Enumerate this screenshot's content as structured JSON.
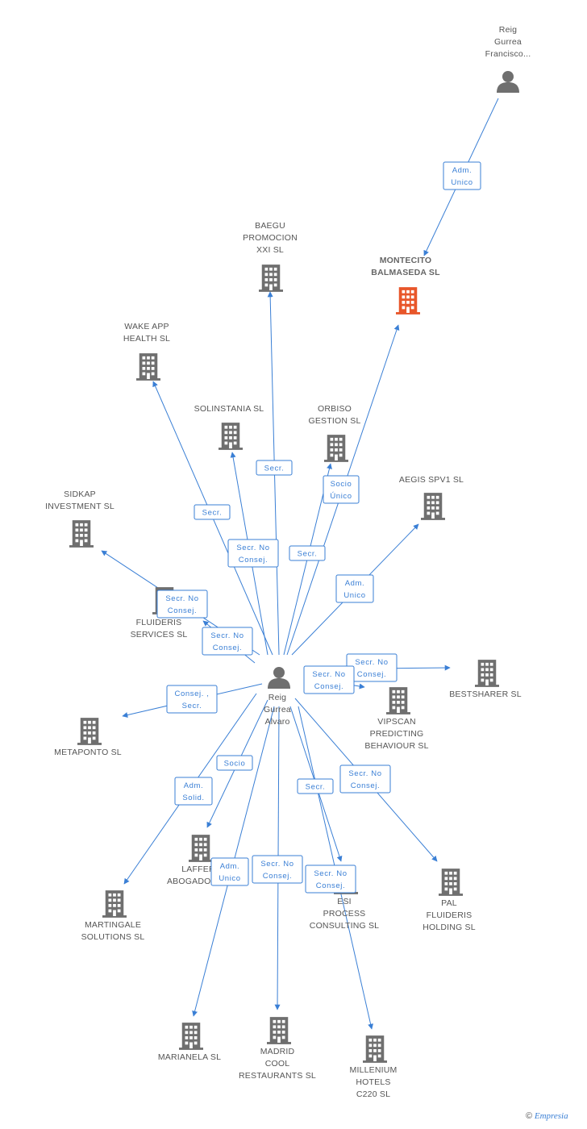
{
  "colors": {
    "edge": "#3a7fd5",
    "company": "#6f6f6f",
    "focus": "#e8562a",
    "person": "#6f6f6f"
  },
  "nodes": [
    {
      "id": "reig_francisco",
      "type": "person",
      "lines": [
        "Reig",
        "Gurrea",
        "Francisco..."
      ]
    },
    {
      "id": "montecito",
      "type": "focus",
      "lines": [
        "MONTECITO",
        "BALMASEDA SL"
      ]
    },
    {
      "id": "baegu",
      "type": "company",
      "lines": [
        "BAEGU",
        "PROMOCION",
        "XXI SL"
      ]
    },
    {
      "id": "wakeapp",
      "type": "company",
      "lines": [
        "WAKE APP",
        "HEALTH SL"
      ]
    },
    {
      "id": "solinstania",
      "type": "company",
      "lines": [
        "SOLINSTANIA SL"
      ]
    },
    {
      "id": "orbiso",
      "type": "company",
      "lines": [
        "ORBISO",
        "GESTION SL"
      ]
    },
    {
      "id": "aegis",
      "type": "company",
      "lines": [
        "AEGIS SPV1 SL"
      ]
    },
    {
      "id": "sidkap",
      "type": "company",
      "lines": [
        "SIDKAP",
        "INVESTMENT SL"
      ]
    },
    {
      "id": "fluideris_services",
      "type": "company",
      "lines": [
        "FLUIDERIS",
        "SERVICES  SL"
      ]
    },
    {
      "id": "bestsharer",
      "type": "company",
      "lines": [
        "BESTSHARER SL"
      ]
    },
    {
      "id": "vipscan",
      "type": "company",
      "lines": [
        "VIPSCAN",
        "PREDICTING",
        "BEHAVIOUR  SL"
      ]
    },
    {
      "id": "reig_alvaro",
      "type": "person",
      "lines": [
        "Reig",
        "Gurrea",
        "Alvaro"
      ]
    },
    {
      "id": "metaponto",
      "type": "company",
      "lines": [
        "METAPONTO SL"
      ]
    },
    {
      "id": "laffer",
      "type": "company",
      "lines": [
        "LAFFER",
        "ABOGADOS SL"
      ]
    },
    {
      "id": "martingale",
      "type": "company",
      "lines": [
        "MARTINGALE",
        "SOLUTIONS SL"
      ]
    },
    {
      "id": "esi",
      "type": "company",
      "lines": [
        "ESI",
        "PROCESS",
        "CONSULTING SL"
      ]
    },
    {
      "id": "pal",
      "type": "company",
      "lines": [
        "PAL",
        "FLUIDERIS",
        "HOLDING SL"
      ]
    },
    {
      "id": "marianela",
      "type": "company",
      "lines": [
        "MARIANELA SL"
      ]
    },
    {
      "id": "madrid",
      "type": "company",
      "lines": [
        "MADRID",
        "COOL",
        "RESTAURANTS SL"
      ]
    },
    {
      "id": "millenium",
      "type": "company",
      "lines": [
        "MILLENIUM",
        "HOTELS",
        "C220 SL"
      ]
    }
  ],
  "edges": [
    {
      "from": "reig_francisco",
      "to": "montecito",
      "label": [
        "Adm.",
        "Unico"
      ]
    },
    {
      "from": "reig_alvaro",
      "to": "baegu",
      "label": [
        "Secr."
      ]
    },
    {
      "from": "reig_alvaro",
      "to": "wakeapp",
      "label": [
        "Secr."
      ]
    },
    {
      "from": "reig_alvaro",
      "to": "solinstania",
      "label": [
        "Secr.  No",
        "Consej."
      ]
    },
    {
      "from": "reig_alvaro",
      "to": "orbiso",
      "label": [
        "Socio",
        "Único"
      ]
    },
    {
      "from": "reig_alvaro",
      "to": "montecito",
      "label": [
        "Secr."
      ]
    },
    {
      "from": "reig_alvaro",
      "to": "aegis",
      "label": [
        "Adm.",
        "Unico"
      ]
    },
    {
      "from": "reig_alvaro",
      "to": "sidkap",
      "label": [
        "Secr.  No",
        "Consej."
      ]
    },
    {
      "from": "reig_alvaro",
      "to": "fluideris_services",
      "label": [
        "Secr.  No",
        "Consej."
      ]
    },
    {
      "from": "reig_alvaro",
      "to": "bestsharer",
      "label": [
        "Secr.  No",
        "Consej."
      ]
    },
    {
      "from": "reig_alvaro",
      "to": "vipscan",
      "label": [
        "Secr.  No",
        "Consej."
      ]
    },
    {
      "from": "reig_alvaro",
      "to": "metaponto",
      "label": [
        "Consej. ,",
        "Secr."
      ]
    },
    {
      "from": "reig_alvaro",
      "to": "laffer",
      "label": [
        "Socio"
      ]
    },
    {
      "from": "reig_alvaro",
      "to": "martingale",
      "label": [
        "Adm.",
        "Solid."
      ]
    },
    {
      "from": "reig_alvaro",
      "to": "esi",
      "label": [
        "Secr."
      ]
    },
    {
      "from": "reig_alvaro",
      "to": "pal",
      "label": [
        "Secr.  No",
        "Consej."
      ]
    },
    {
      "from": "reig_alvaro",
      "to": "marianela",
      "label": [
        "Adm.",
        "Unico"
      ]
    },
    {
      "from": "reig_alvaro",
      "to": "madrid",
      "label": [
        "Secr.  No",
        "Consej."
      ]
    },
    {
      "from": "reig_alvaro",
      "to": "millenium",
      "label": [
        "Secr.  No",
        "Consej."
      ]
    }
  ],
  "watermark": {
    "symbol": "©",
    "brand": "Empresia"
  }
}
